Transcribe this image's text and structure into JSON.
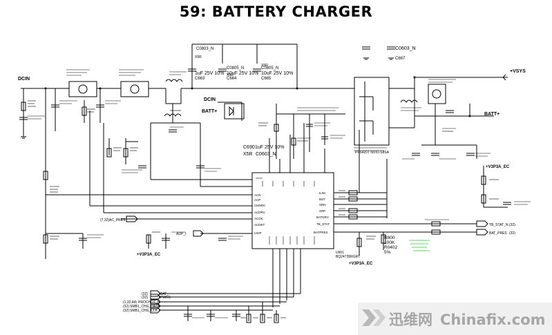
{
  "title": "59: BATTERY CHARGER",
  "nets": {
    "dcin_left": "DCIN",
    "dcin_mid": "DCIN",
    "batt_mid": "BATT+",
    "batt_right": "BATT+",
    "vsys": "+VSYS",
    "v3p3a_ec_right": "+V3P3A_EC",
    "v3p3a_ec_left": "+V3P3A_EC",
    "v3p3a_ec_bottom": "+V3P3A_EC"
  },
  "caps_top": [
    {
      "ref": "C0803_N",
      "spec": "1uF 25V 10%",
      "sub": "X5R",
      "name": "C663"
    },
    {
      "ref": "C0805_N",
      "spec": "10uF 25V 10%",
      "sub": "X5R",
      "name": "C664"
    },
    {
      "ref": "C0805_N",
      "spec": "10uF 25V 10%",
      "sub": "X5R",
      "name": "C665"
    }
  ],
  "cap_top_right": {
    "ref": "C0603_N",
    "name": "C667"
  },
  "cap_mid": {
    "ref": "C690",
    "spec": "1uF 25V 10%",
    "sub": "X5R",
    "pkg": "C0603_N"
  },
  "ics": {
    "charger": "BQ24735RGRT",
    "charger_ref": "U601",
    "mosfet_pair": "PR6420T NVIO-S8SA"
  },
  "pins_left": [
    "ACN",
    "ACP",
    "CMSRC",
    "ACDRV",
    "ACOK",
    "ACDET",
    "IADP"
  ],
  "pins_right": [
    "ILIM",
    "BST",
    "SRN",
    "SRP",
    "BATDRV",
    "TB_STAT",
    "BATPRES"
  ],
  "signals": {
    "ac_pres": "AC_PRES",
    "adp": "ADP_I",
    "tb_stat": "TB_STAT_N",
    "bat_pres": "BAT_PRES",
    "bat": "BAT_",
    "pwrs": "PWRS",
    "prochot": "PROCHOT_N",
    "smb_data": "SMB1_CHG_DATA",
    "smb_clk": "SMB1_CHG_CLK"
  },
  "sheet_refs": {
    "ac_pres": "(7,32)",
    "tb_stat": "(32)",
    "bat_pres": "(32)",
    "bat": "(32)",
    "pwrs": "(32)",
    "prochot": "(1,32,44)",
    "smb_data": "(32)",
    "smb_clk": "(32)"
  },
  "resistor_big": {
    "ref": "R800",
    "value": "100K",
    "pkg": "R0402",
    "tol": "5%"
  },
  "watermark": {
    "cn": "迅维网",
    "en": "Chinafix.com"
  },
  "colors": {
    "net_label": "#d40000",
    "wire": "#000000",
    "watermark_bg": "#f0f0f0",
    "watermark_text": "#a6a6a6"
  }
}
